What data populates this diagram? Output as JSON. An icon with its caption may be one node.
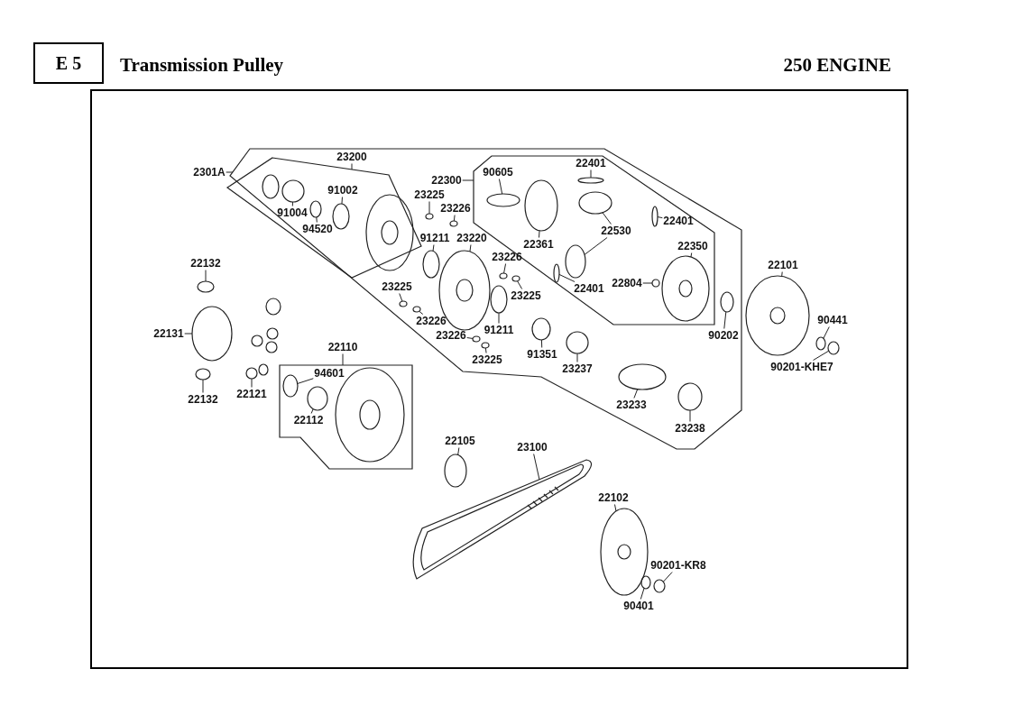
{
  "diagram": {
    "title": "Transmission Pulley",
    "nodes": [
      {
        "text": [],
        "shape": "box"
      },
      {
        "text": [],
        "shape": "box",
        "in": 0
      },
      {
        "text": [],
        "shape": "box",
        "in": 0
      },
      {
        "text": [],
        "shape": "box"
      },
      {
        "text": [
          "2301A"
        ]
      },
      {
        "text": [
          "23200"
        ],
        "in": 0
      },
      {
        "text": [
          "91004"
        ],
        "in": 1
      },
      {
        "text": [
          "91002"
        ],
        "in": 1
      },
      {
        "text": [
          "94520"
        ],
        "in": 1
      },
      {
        "text": [
          "22300"
        ],
        "in": 0
      },
      {
        "text": [
          "90605"
        ],
        "in": 2
      },
      {
        "text": [
          "22401"
        ],
        "in": 2
      },
      {
        "text": [
          "23225"
        ],
        "in": 0
      },
      {
        "text": [
          "23226"
        ],
        "in": 0
      },
      {
        "text": [
          "91211"
        ],
        "in": 0
      },
      {
        "text": [
          "23220"
        ],
        "in": 0
      },
      {
        "text": [
          "22361"
        ],
        "in": 2
      },
      {
        "text": [
          "22530"
        ],
        "in": 2
      },
      {
        "text": [
          "22401"
        ],
        "in": 2
      },
      {
        "text": [
          "22350"
        ],
        "in": 2
      },
      {
        "text": [
          "22101"
        ]
      },
      {
        "text": [
          "22132"
        ]
      },
      {
        "text": [
          "23226"
        ],
        "in": 0
      },
      {
        "text": [
          "23225"
        ],
        "in": 0
      },
      {
        "text": [
          "23225"
        ],
        "in": 0
      },
      {
        "text": [
          "22401"
        ],
        "in": 2
      },
      {
        "text": [
          "22804"
        ],
        "in": 2
      },
      {
        "text": [
          "23226"
        ],
        "in": 0
      },
      {
        "text": [
          "91211"
        ],
        "in": 0
      },
      {
        "text": [
          "22131"
        ]
      },
      {
        "text": [
          "90441"
        ]
      },
      {
        "text": [
          "90202"
        ],
        "in": 0
      },
      {
        "text": [
          "23226"
        ],
        "in": 0
      },
      {
        "text": [
          "91351"
        ],
        "in": 0
      },
      {
        "text": [
          "23237"
        ],
        "in": 0
      },
      {
        "text": [
          "90201-KHE7"
        ]
      },
      {
        "text": [
          "23225"
        ],
        "in": 0
      },
      {
        "text": [
          "22110"
        ]
      },
      {
        "text": [
          "94601"
        ],
        "in": 3
      },
      {
        "text": [
          "22132"
        ]
      },
      {
        "text": [
          "22121"
        ]
      },
      {
        "text": [
          "23233"
        ],
        "in": 0
      },
      {
        "text": [
          "22112"
        ],
        "in": 3
      },
      {
        "text": [
          "23238"
        ],
        "in": 0
      },
      {
        "text": [
          "22105"
        ]
      },
      {
        "text": [
          "23100"
        ]
      },
      {
        "text": [
          "22102"
        ]
      },
      {
        "text": [
          "90201-KR8"
        ]
      },
      {
        "text": [
          "90401"
        ]
      },
      {
        "text": [],
        "shape": "circle",
        "in": 1
      },
      {
        "text": [],
        "shape": "circle",
        "in": 1
      },
      {
        "text": [],
        "shape": "circle",
        "in": 1
      },
      {
        "text": [],
        "shape": "circle",
        "in": 2
      },
      {
        "text": [],
        "shape": "circle",
        "in": 2
      },
      {
        "text": [],
        "shape": "circle",
        "in": 0
      },
      {
        "text": [],
        "shape": "circle",
        "in": 0
      },
      {
        "text": [],
        "shape": "circle",
        "in": 0
      },
      {
        "text": [],
        "shape": "circle",
        "in": 0
      },
      {
        "text": [],
        "shape": "circle",
        "in": 2
      },
      {
        "text": [],
        "shape": "circle",
        "in": 2
      },
      {
        "text": [],
        "shape": "circle",
        "in": 2
      },
      {
        "text": [],
        "shape": "circle",
        "in": 2
      },
      {
        "text": [],
        "shape": "circle",
        "in": 2
      },
      {
        "text": [],
        "shape": "circle"
      },
      {
        "text": [],
        "shape": "circle"
      },
      {
        "text": [],
        "shape": "circle",
        "in": 0
      },
      {
        "text": [],
        "shape": "circle",
        "in": 0
      },
      {
        "text": [],
        "shape": "circle",
        "in": 0
      },
      {
        "text": [],
        "shape": "circle",
        "in": 2
      },
      {
        "text": [],
        "shape": "circle",
        "in": 2
      },
      {
        "text": [],
        "shape": "circle",
        "in": 0
      },
      {
        "text": [],
        "shape": "circle",
        "in": 0
      },
      {
        "text": [],
        "shape": "circle"
      },
      {
        "text": [],
        "shape": "circle"
      },
      {
        "text": [],
        "shape": "circle",
        "in": 0
      },
      {
        "text": [],
        "shape": "circle",
        "in": 0
      },
      {
        "text": [],
        "shape": "circle",
        "in": 0
      },
      {
        "text": [],
        "shape": "circle",
        "in": 0
      },
      {
        "text": [],
        "shape": "circle"
      },
      {
        "text": [],
        "shape": "circle",
        "in": 0
      },
      {
        "text": [],
        "shape": "circle",
        "in": 3
      },
      {
        "text": [],
        "shape": "circle"
      },
      {
        "text": [],
        "shape": "circle"
      },
      {
        "text": [],
        "shape": "circle",
        "in": 0
      },
      {
        "text": [],
        "shape": "circle",
        "in": 3
      },
      {
        "text": [],
        "shape": "circle",
        "in": 0
      },
      {
        "text": [],
        "shape": "circle"
      },
      {
        "text": [],
        "shape": "picture"
      },
      {
        "text": [],
        "shape": "circle"
      },
      {
        "text": [],
        "shape": "circle"
      },
      {
        "text": [],
        "shape": "circle"
      }
    ],
    "edges": [
      {
        "from": 4,
        "to": 0,
        "arrow": "none"
      },
      {
        "from": 5,
        "to": 1,
        "arrow": "none"
      },
      {
        "from": 6,
        "to": 49,
        "arrow": "none"
      },
      {
        "from": 7,
        "to": 50,
        "arrow": "none"
      },
      {
        "from": 8,
        "to": 51,
        "arrow": "none"
      },
      {
        "from": 9,
        "to": 2,
        "arrow": "none"
      },
      {
        "from": 10,
        "to": 52,
        "arrow": "none"
      },
      {
        "from": 11,
        "to": 53,
        "arrow": "none"
      },
      {
        "from": 12,
        "to": 54,
        "arrow": "none"
      },
      {
        "from": 13,
        "to": 55,
        "arrow": "none"
      },
      {
        "from": 14,
        "to": 56,
        "arrow": "none"
      },
      {
        "from": 15,
        "to": 57,
        "arrow": "none"
      },
      {
        "from": 16,
        "to": 58,
        "arrow": "none"
      },
      {
        "from": 17,
        "to": 59,
        "arrow": "none"
      },
      {
        "from": 17,
        "to": 60,
        "arrow": "none"
      },
      {
        "from": 18,
        "to": 61,
        "arrow": "none"
      },
      {
        "from": 19,
        "to": 62,
        "arrow": "none"
      },
      {
        "from": 20,
        "to": 63,
        "arrow": "none"
      },
      {
        "from": 21,
        "to": 64,
        "arrow": "none"
      },
      {
        "from": 22,
        "to": 65,
        "arrow": "none"
      },
      {
        "from": 23,
        "to": 66,
        "arrow": "none"
      },
      {
        "from": 24,
        "to": 67,
        "arrow": "none"
      },
      {
        "from": 25,
        "to": 68,
        "arrow": "none"
      },
      {
        "from": 26,
        "to": 69,
        "arrow": "none"
      },
      {
        "from": 27,
        "to": 70,
        "arrow": "none"
      },
      {
        "from": 28,
        "to": 71,
        "arrow": "none"
      },
      {
        "from": 29,
        "to": 72,
        "arrow": "none"
      },
      {
        "from": 30,
        "to": 73,
        "arrow": "none"
      },
      {
        "from": 31,
        "to": 74,
        "arrow": "none"
      },
      {
        "from": 32,
        "to": 75,
        "arrow": "none"
      },
      {
        "from": 33,
        "to": 76,
        "arrow": "none"
      },
      {
        "from": 34,
        "to": 77,
        "arrow": "none"
      },
      {
        "from": 35,
        "to": 78,
        "arrow": "none"
      },
      {
        "from": 36,
        "to": 79,
        "arrow": "none"
      },
      {
        "from": 37,
        "to": 3,
        "arrow": "none"
      },
      {
        "from": 38,
        "to": 80,
        "arrow": "none"
      },
      {
        "from": 39,
        "to": 81,
        "arrow": "none"
      },
      {
        "from": 40,
        "to": 82,
        "arrow": "none"
      },
      {
        "from": 41,
        "to": 83,
        "arrow": "none"
      },
      {
        "from": 42,
        "to": 84,
        "arrow": "none"
      },
      {
        "from": 43,
        "to": 85,
        "arrow": "none"
      },
      {
        "from": 44,
        "to": 86,
        "arrow": "none"
      },
      {
        "from": 45,
        "to": 87,
        "arrow": "none"
      },
      {
        "from": 46,
        "to": 88,
        "arrow": "none"
      },
      {
        "from": 47,
        "to": 89,
        "arrow": "none"
      },
      {
        "from": 48,
        "to": 90,
        "arrow": "none"
      }
    ],
    "labels": [
      "E 5",
      "250 ENGINE"
    ]
  }
}
